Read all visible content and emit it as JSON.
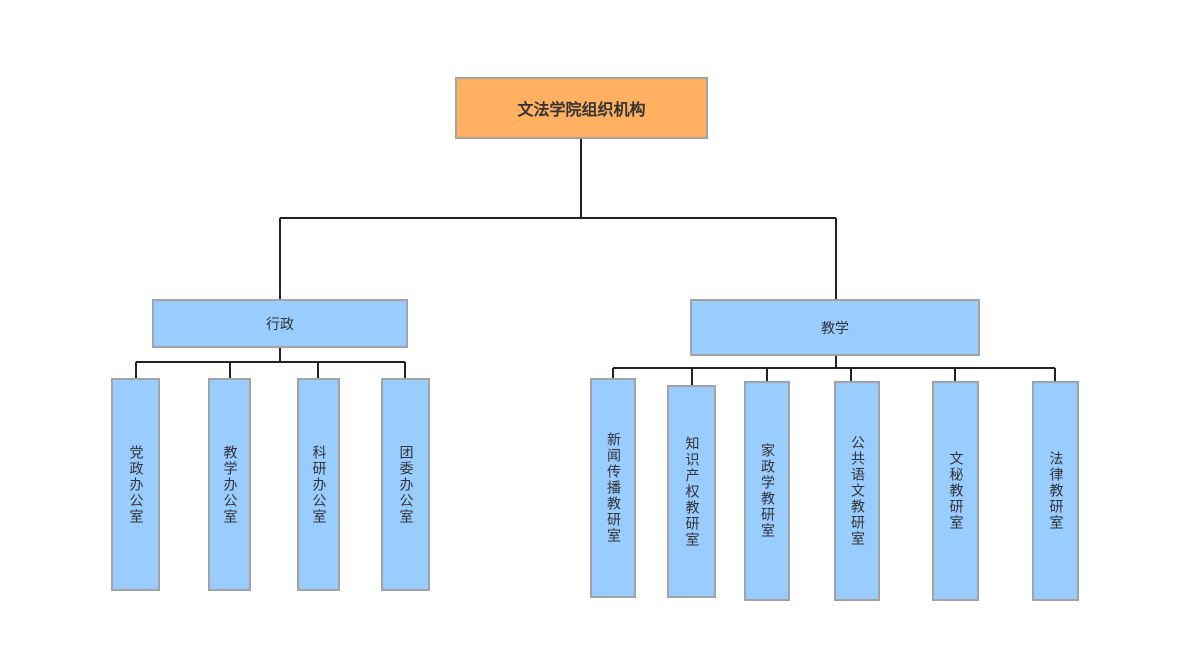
{
  "root": {
    "label": "文法学院组织机构"
  },
  "branches": {
    "admin": {
      "label": "行政",
      "children": [
        "党政办公室",
        "教学办公室",
        "科研办公室",
        "团委办公室"
      ]
    },
    "teaching": {
      "label": "教学",
      "children": [
        "新闻传播教研室",
        "知识产权教研室",
        "家政学教研室",
        "公共语文教研室",
        "文秘教研室",
        "法律教研室"
      ]
    }
  },
  "colors": {
    "root_fill": "#ffb061",
    "node_fill": "#99ccff",
    "border": "#a3a3a3",
    "connector": "#222222"
  }
}
